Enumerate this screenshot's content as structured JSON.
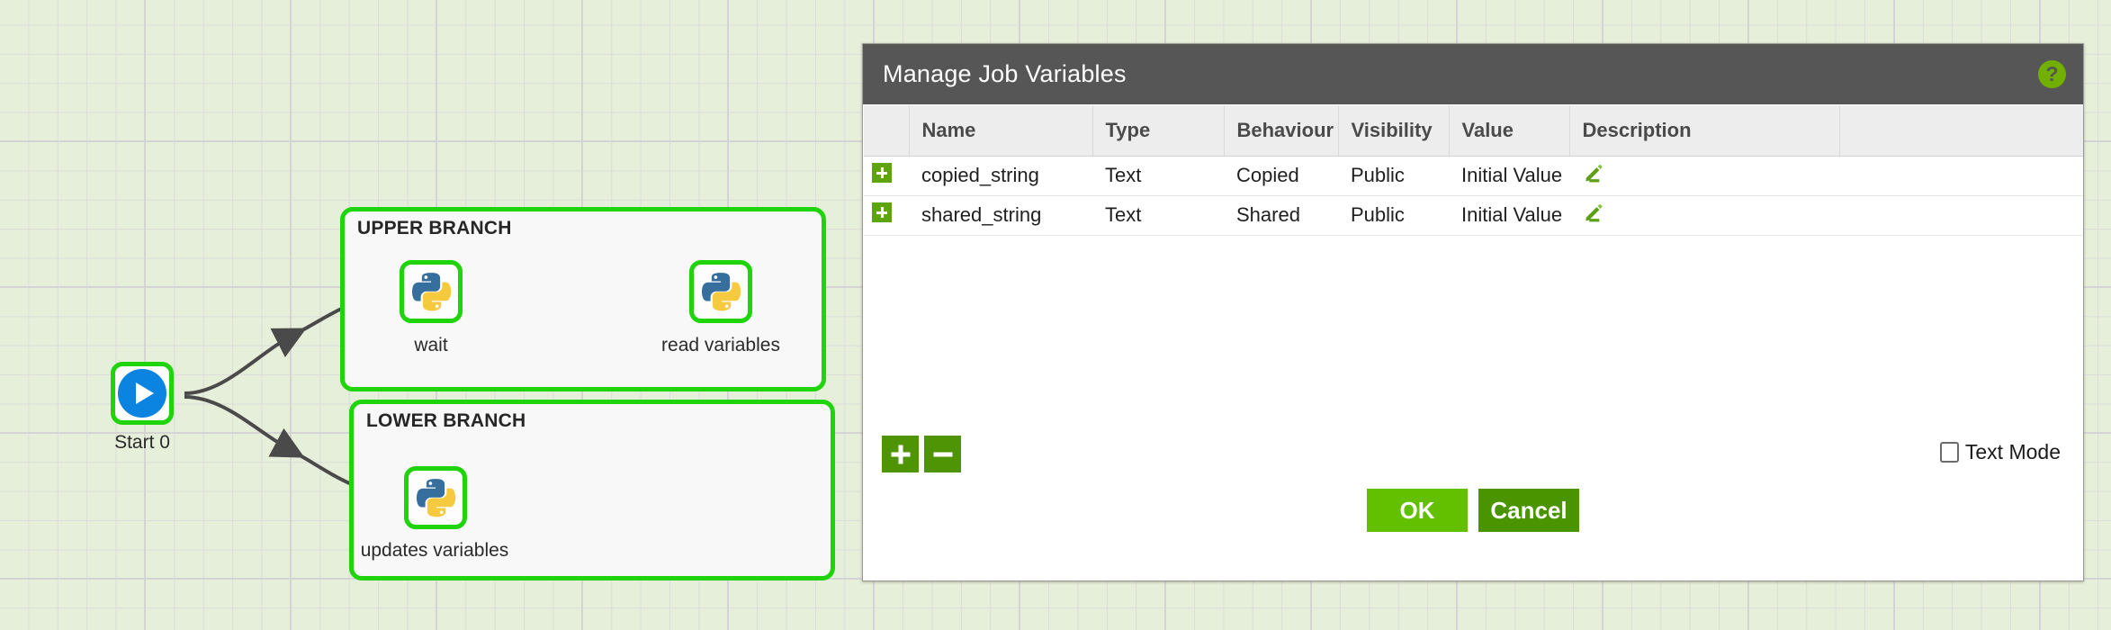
{
  "canvas": {
    "grid_color": "#dcdcdc",
    "background_color": "#e6efd9",
    "accent_green": "#1fd40a"
  },
  "workflow": {
    "start_node": {
      "label": "Start 0",
      "icon": "play-icon"
    },
    "branches": [
      {
        "title": "UPPER BRANCH",
        "tasks": [
          {
            "label": "wait",
            "icon": "python-icon"
          },
          {
            "label": "read variables",
            "icon": "python-icon"
          }
        ]
      },
      {
        "title": "LOWER BRANCH",
        "tasks": [
          {
            "label": "updates variables",
            "icon": "python-icon"
          }
        ]
      }
    ]
  },
  "dialog": {
    "title": "Manage Job Variables",
    "help_icon": "?",
    "table": {
      "columns": [
        "",
        "Name",
        "Type",
        "Behaviour",
        "Visibility",
        "Value",
        "Description",
        ""
      ],
      "rows": [
        {
          "expand": "+",
          "name": "copied_string",
          "type": "Text",
          "behaviour": "Copied",
          "visibility": "Public",
          "value": "Initial Value",
          "description": "edit-pencil-icon"
        },
        {
          "expand": "+",
          "name": "shared_string",
          "type": "Text",
          "behaviour": "Shared",
          "visibility": "Public",
          "value": "Initial Value",
          "description": "edit-pencil-icon"
        }
      ]
    },
    "add_label": "+",
    "remove_label": "−",
    "text_mode_label": "Text Mode",
    "text_mode_checked": false,
    "ok_label": "OK",
    "cancel_label": "Cancel",
    "colors": {
      "titlebar": "#565656",
      "ok": "#62c000",
      "cancel": "#4a9400",
      "add_remove": "#4e9404",
      "help": "#72b000"
    }
  }
}
